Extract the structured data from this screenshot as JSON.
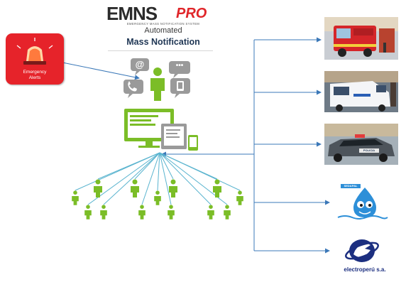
{
  "header": {
    "logo_main": "EMNS",
    "logo_pro": "PRO",
    "logo_tagline": "EMERGENCY MASS NOTIFICATION SYSTEM",
    "subtitle": "Automated",
    "title": "Mass Notification"
  },
  "alert_badge": {
    "line1": "Emergency",
    "line2": "Alerts"
  },
  "channels": {
    "email_symbol": "@",
    "sms_symbol": "•••"
  },
  "recipients": {
    "electroperu_label": "electroperú s.a.",
    "police_label": "POLICIA",
    "water_label": "SEDAPAL"
  },
  "colors": {
    "green": "#7bbd27",
    "arrow": "#3b78b8",
    "fan": "#5ab4cf",
    "red": "#e6232a",
    "gray": "#9a9a9a"
  }
}
